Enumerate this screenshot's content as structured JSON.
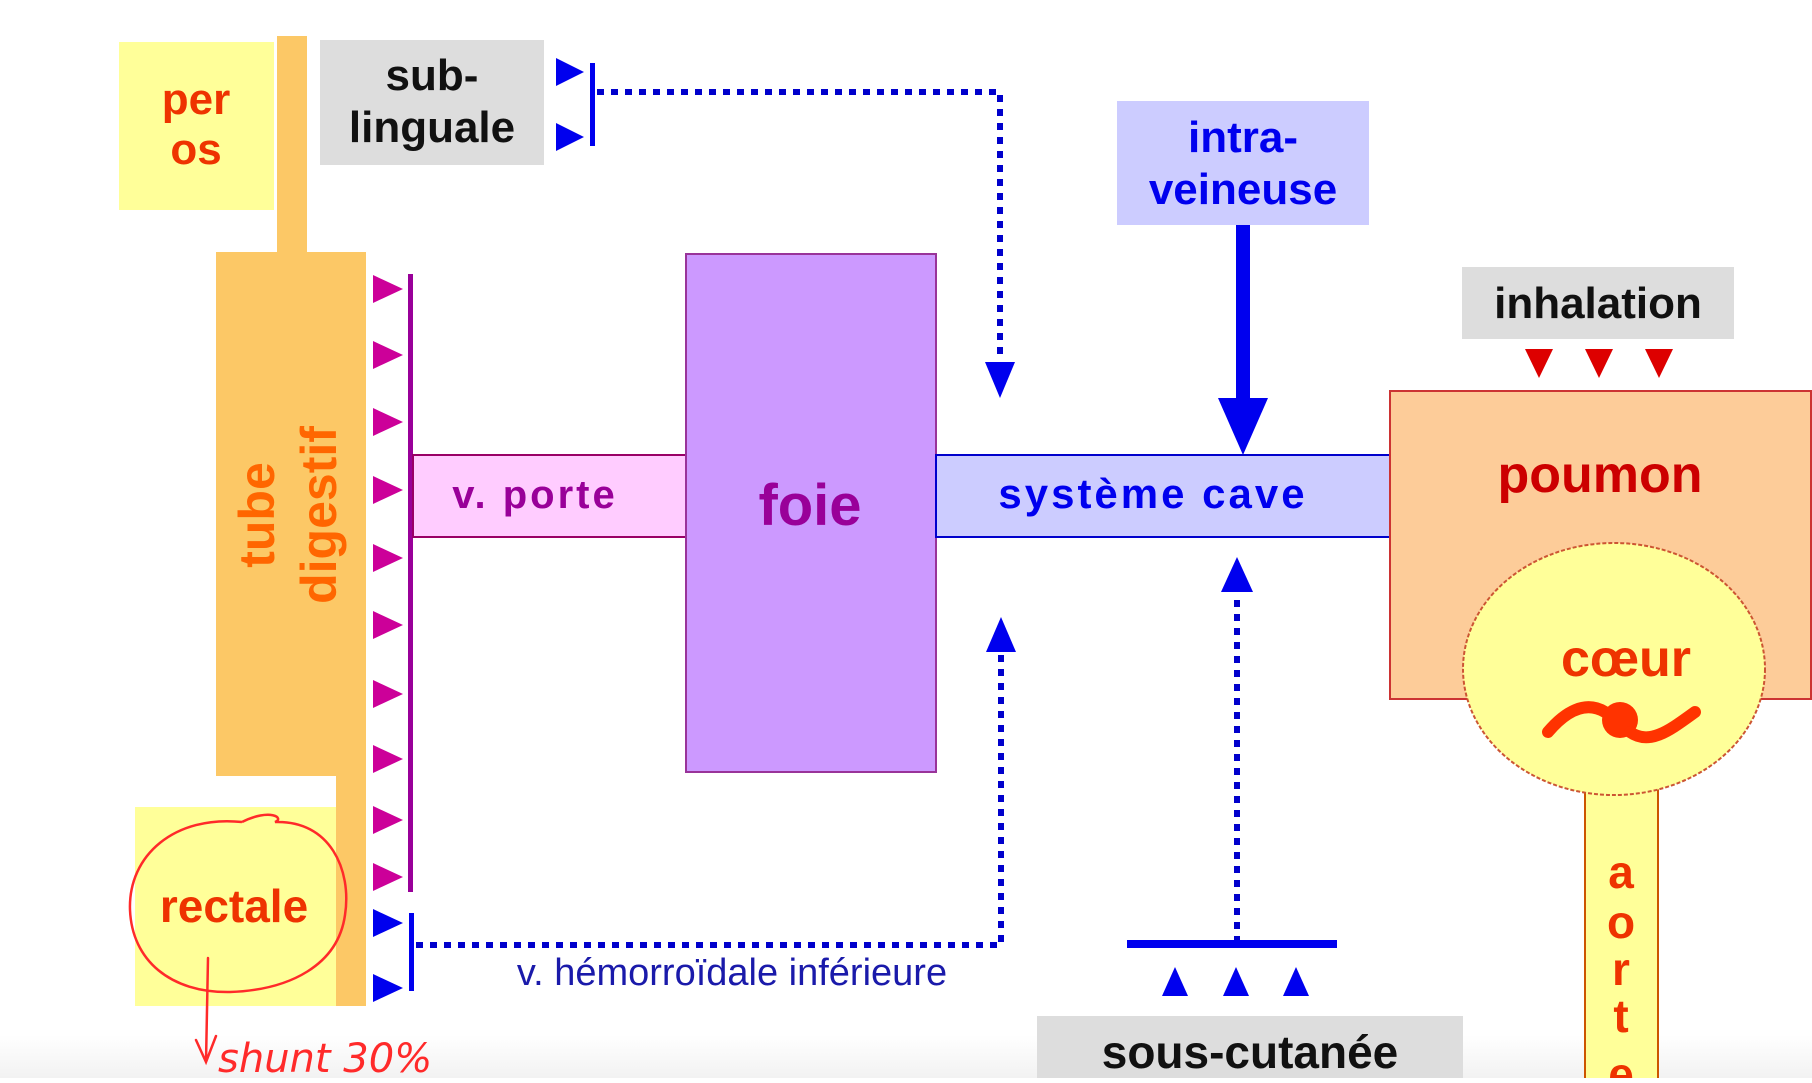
{
  "title": "Voies d'administration des médicaments",
  "colors": {
    "oral": "#ffff99",
    "digestive": "#fcc866",
    "gray_box": "#dddddd",
    "portal_vein": "#ffccff",
    "liver": "#cc99ff",
    "caval_system": "#ccccff",
    "lung": "#fdcc99",
    "heart": "#ffff99",
    "blue_arrow": "#0000ee",
    "purple_arrow": "#cc0099",
    "red_arrow": "#dd0000",
    "annotation": "#ff2a2a"
  },
  "routes": {
    "per_os": [
      "per",
      "os"
    ],
    "sublingual": [
      "sub-",
      "linguale"
    ],
    "rectal": "rectale",
    "intravenous": [
      "intra-",
      "veineuse"
    ],
    "inhalation": "inhalation",
    "subcutaneous": "sous-cutanée"
  },
  "organs": {
    "digestive_tract": [
      "tube",
      "digestif"
    ],
    "portal_vein": "v. porte",
    "liver": "foie",
    "caval_system": "système cave",
    "lung": "poumon",
    "heart": "cœur",
    "aorta": [
      "a",
      "o",
      "r",
      "t",
      "e"
    ]
  },
  "vessels": {
    "inferior_hemorrhoidal_vein": "v. hémorroïdale inférieure"
  },
  "annotation": {
    "text": "shunt 30%",
    "circled_item": "rectale"
  }
}
